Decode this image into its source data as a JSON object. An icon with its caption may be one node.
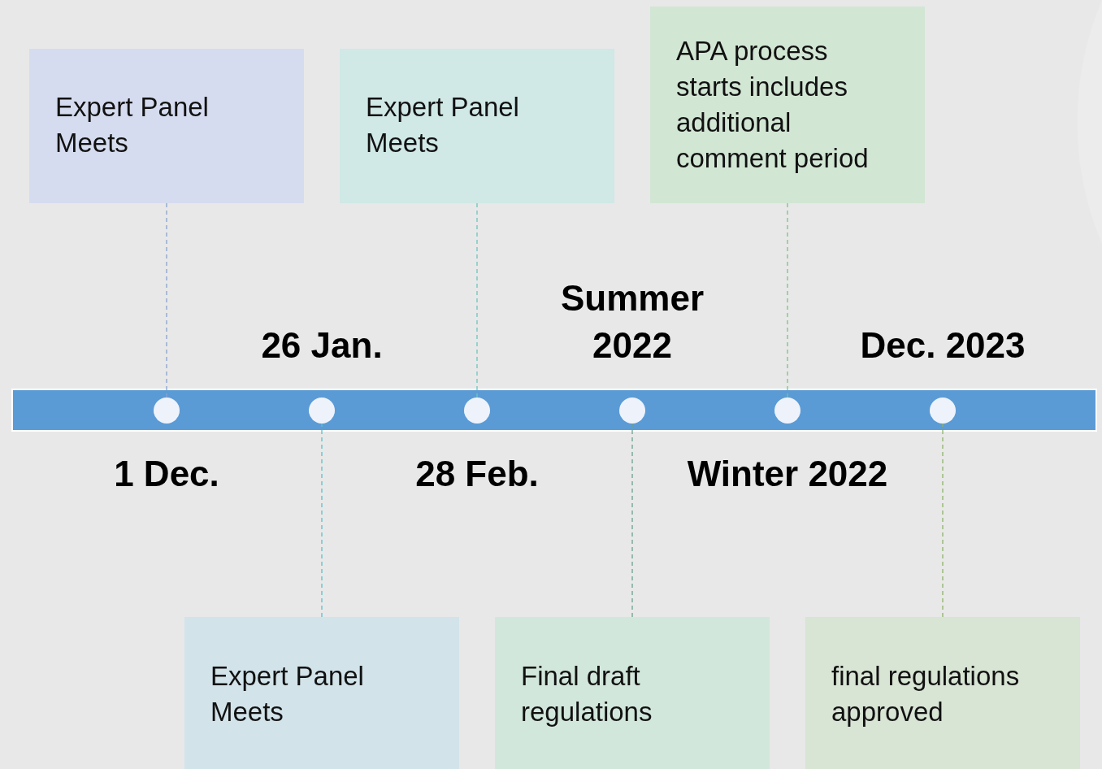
{
  "diagram": {
    "nodes": [
      {
        "text": [
          "Expert Panel Meets"
        ]
      },
      {
        "text": [
          "Expert Panel Meets"
        ]
      },
      {
        "text": [
          "APA process starts includes additional comment period"
        ]
      },
      {
        "text": [],
        "shape": "bar"
      },
      {
        "text": [],
        "shape": "circle",
        "in": 3
      },
      {
        "text": [],
        "shape": "circle",
        "in": 3
      },
      {
        "text": [],
        "shape": "circle",
        "in": 3
      },
      {
        "text": [],
        "shape": "circle",
        "in": 3
      },
      {
        "text": [],
        "shape": "circle",
        "in": 3
      },
      {
        "text": [],
        "shape": "circle",
        "in": 3
      },
      {
        "text": [
          "Expert Panel Meets"
        ]
      },
      {
        "text": [
          "Final draft regulations"
        ]
      },
      {
        "text": [
          "final regulations approved"
        ]
      }
    ],
    "edges": [
      {
        "from": 0,
        "to": 4,
        "arrow": "none",
        "style": "dashed",
        "color": "#8aa3cf"
      },
      {
        "from": 1,
        "to": 6,
        "arrow": "none",
        "style": "dashed",
        "color": "#6cc5be"
      },
      {
        "from": 2,
        "to": 8,
        "arrow": "none",
        "style": "dashed",
        "color": "#7bc47f"
      },
      {
        "from": 10,
        "to": 5,
        "arrow": "none",
        "style": "dashed",
        "color": "#5bc0c9"
      },
      {
        "from": 11,
        "to": 7,
        "arrow": "none",
        "style": "dashed",
        "color": "#6aa38a"
      },
      {
        "from": 12,
        "to": 9,
        "arrow": "none",
        "style": "dashed",
        "color": "#8fb36a"
      }
    ],
    "labels": [
      "26 Jan.",
      "Summer 2022",
      "Dec. 2023",
      "1 Dec.",
      "28 Feb.",
      "Winter 2022"
    ]
  }
}
